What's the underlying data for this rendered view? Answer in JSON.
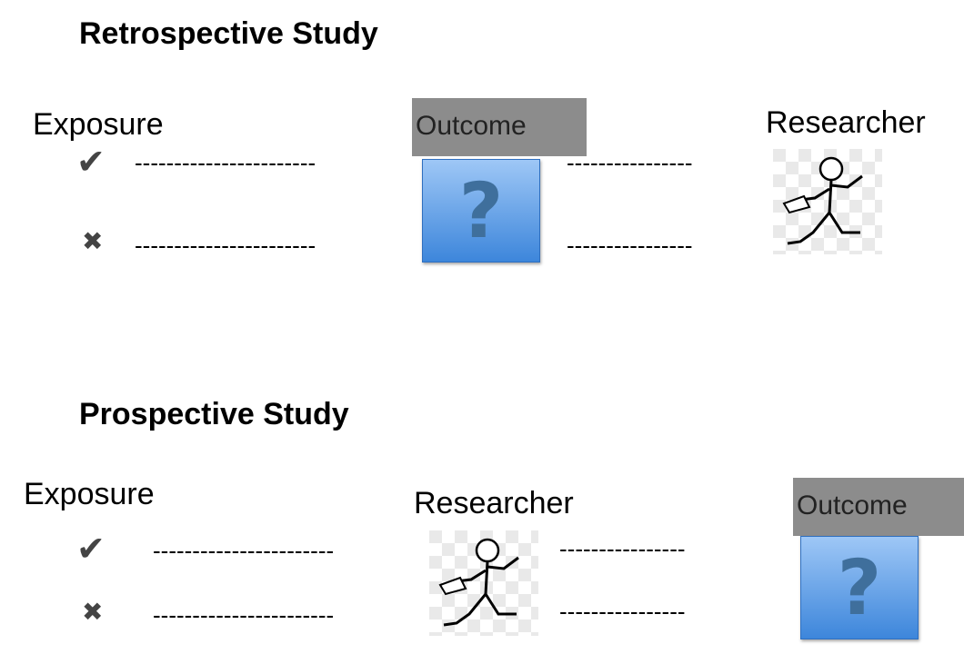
{
  "retrospective": {
    "heading": "Retrospective Study",
    "exposure_label": "Exposure",
    "outcome_label": "Outcome",
    "researcher_label": "Researcher",
    "exposed_mark": "✔",
    "unexposed_mark": "✖",
    "question_mark": "?",
    "dash_left": "-----------------------",
    "dash_right": "----------------"
  },
  "prospective": {
    "heading": "Prospective Study",
    "exposure_label": "Exposure",
    "outcome_label": "Outcome",
    "researcher_label": "Researcher",
    "exposed_mark": "✔",
    "unexposed_mark": "✖",
    "question_mark": "?",
    "dash_left": "-----------------------",
    "dash_right": "----------------"
  },
  "icons": {
    "researcher": "walking-stick-figure-icon",
    "outcome": "question-mark-icon"
  },
  "colors": {
    "outcome_banner": "#8c8c8c",
    "question_box_top": "#9ec7f6",
    "question_box_bottom": "#3d86db",
    "mark_color": "#444444"
  }
}
